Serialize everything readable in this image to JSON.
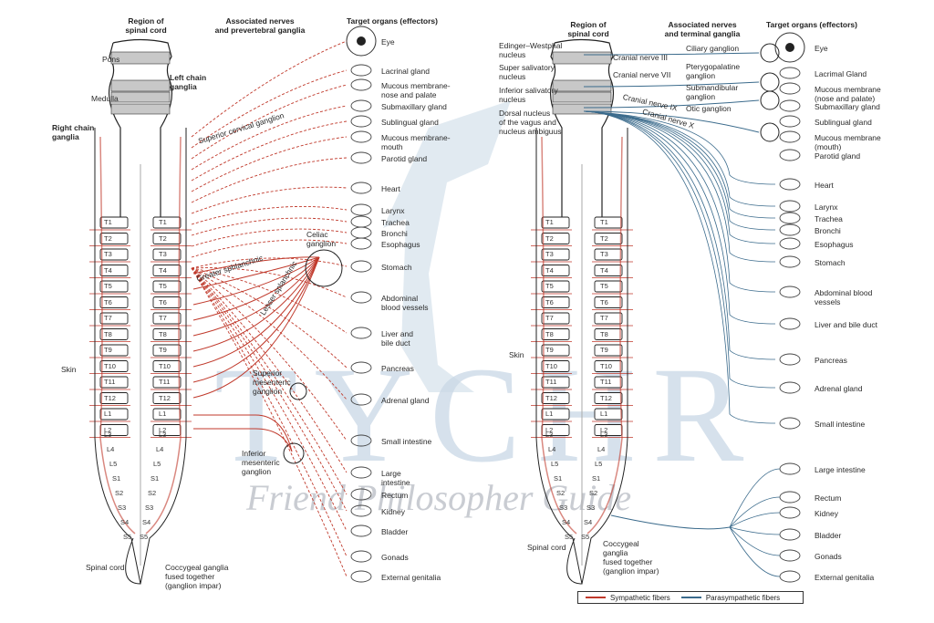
{
  "colors": {
    "sympathetic": "#c0392b",
    "parasympathetic": "#3b6b8c",
    "watermark": "#b9cde0",
    "cord_gray": "#c8c8c8",
    "ink": "#222222"
  },
  "watermark": {
    "letters": "TYCHR",
    "tagline": "Friend Philosopher Guide"
  },
  "sympathetic": {
    "headers": {
      "region": "Region of\nspinal cord",
      "nerves": "Associated nerves\nand prevertebral ganglia",
      "targets": "Target organs (effectors)"
    },
    "brain_labels": {
      "pons": "Pons",
      "medulla": "Medulla"
    },
    "chain_labels": {
      "left": "Left chain\nganglia",
      "right": "Right chain\nganglia"
    },
    "nerve_labels": {
      "superior_cervical": "Superior cervical ganglion",
      "greater_splanchnic": "Greater sphlanchnic",
      "lesser_splanchnic": "Lesser splanchnic",
      "celiac": "Celiac\nganglion",
      "superior_mesenteric": "Superior\nmesenteric\nganglion",
      "inferior_mesenteric": "Inferior\nmesenteric\nganglion"
    },
    "skin": "Skin",
    "spinal_cord": "Spinal cord",
    "coccygeal": "Coccygeal ganglia\nfused together\n(ganglion impar)",
    "segments": [
      "T1",
      "T2",
      "T3",
      "T4",
      "T5",
      "T6",
      "T7",
      "T8",
      "T9",
      "T10",
      "T11",
      "T12",
      "L1",
      "L2",
      "L3",
      "L4",
      "L5",
      "S1",
      "S2",
      "S3",
      "S4",
      "S5"
    ],
    "targets": [
      "Eye",
      "Lacrinal gland",
      "Mucous membrane-\nnose and palate",
      "Submaxillary gland",
      "Sublingual gland",
      "Mucous membrane-\nmouth",
      "Parotid gland",
      "Heart",
      "Larynx",
      "Trachea",
      "Bronchi",
      "Esophagus",
      "Stomach",
      "Abdominal\nblood vessels",
      "Liver and\nbile duct",
      "Pancreas",
      "Adrenal gland",
      "Small intestine",
      "Large\nintestine",
      "Rectum",
      "Kidney",
      "Bladder",
      "Gonads",
      "External genitalia"
    ]
  },
  "parasympathetic": {
    "headers": {
      "region": "Region of\nspinal cord",
      "nerves": "Associated nerves\nand terminal ganglia",
      "targets": "Target organs (effectors)"
    },
    "nuclei": [
      "Edinger–Westphal\nnucleus",
      "Super salivatory\nnucleus",
      "Inferior salivatory\nnucleus",
      "Dorsal nucleus\nof the vagus and\nnucleus ambiguus"
    ],
    "cranial_nerves": [
      "Cranial nerve III",
      "Cranial nerve VII",
      "Cranial nerve IX",
      "Cranial nerve X"
    ],
    "ganglia": [
      "Ciliary ganglion",
      "Pterygopalatine\nganglion",
      "Submandibular\nganglion",
      "Otic ganglion"
    ],
    "skin": "Skin",
    "spinal_cord": "Spinal cord",
    "coccygeal": "Coccygeal\nganglia\nfused together\n(ganglion impar)",
    "segments": [
      "T1",
      "T2",
      "T3",
      "T4",
      "T5",
      "T6",
      "T7",
      "T8",
      "T9",
      "T10",
      "T11",
      "T12",
      "L1",
      "L2",
      "L3",
      "L4",
      "L5",
      "S1",
      "S2",
      "S3",
      "S4",
      "S5"
    ],
    "targets": [
      "Eye",
      "Lacrimal Gland",
      "Mucous membrane\n(nose and palate)",
      "Submaxillary gland",
      "Sublingual gland",
      "Mucous membrane\n(mouth)",
      "Parotid gland",
      "Heart",
      "Larynx",
      "Trachea",
      "Bronchi",
      "Esophagus",
      "Stomach",
      "Abdominal blood\nvessels",
      "Liver and bile duct",
      "Pancreas",
      "Adrenal gland",
      "Small intestine",
      "Large intestine",
      "Rectum",
      "Kidney",
      "Bladder",
      "Gonads",
      "External genitalia"
    ]
  },
  "legend": {
    "sympathetic": "Sympathetic fibers",
    "parasympathetic": "Parasympathetic fibers"
  }
}
